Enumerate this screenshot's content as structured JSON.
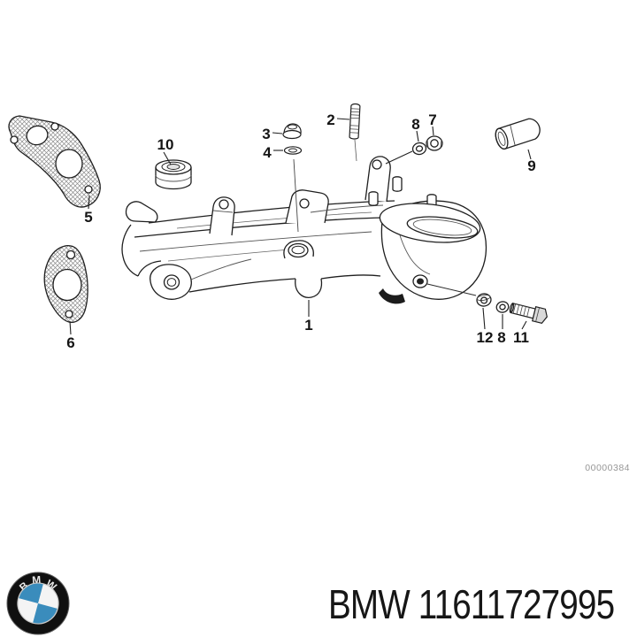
{
  "diagram": {
    "watermark": "00000384",
    "callouts": {
      "part1": "1",
      "part2": "2",
      "part3": "3",
      "part4": "4",
      "part5": "5",
      "part6": "6",
      "part7": "7",
      "part8a": "8",
      "part8b": "8",
      "part9": "9",
      "part10": "10",
      "part11": "11",
      "part12": "12"
    }
  },
  "footer": {
    "title": "BMW 11611727995",
    "logo_letters": {
      "b": "B",
      "m": "M",
      "w": "W"
    }
  },
  "colors": {
    "line": "#1f1f1f",
    "watermark_gray": "#969696",
    "logo_blue": "#3a8cbc",
    "logo_black": "#101010"
  }
}
